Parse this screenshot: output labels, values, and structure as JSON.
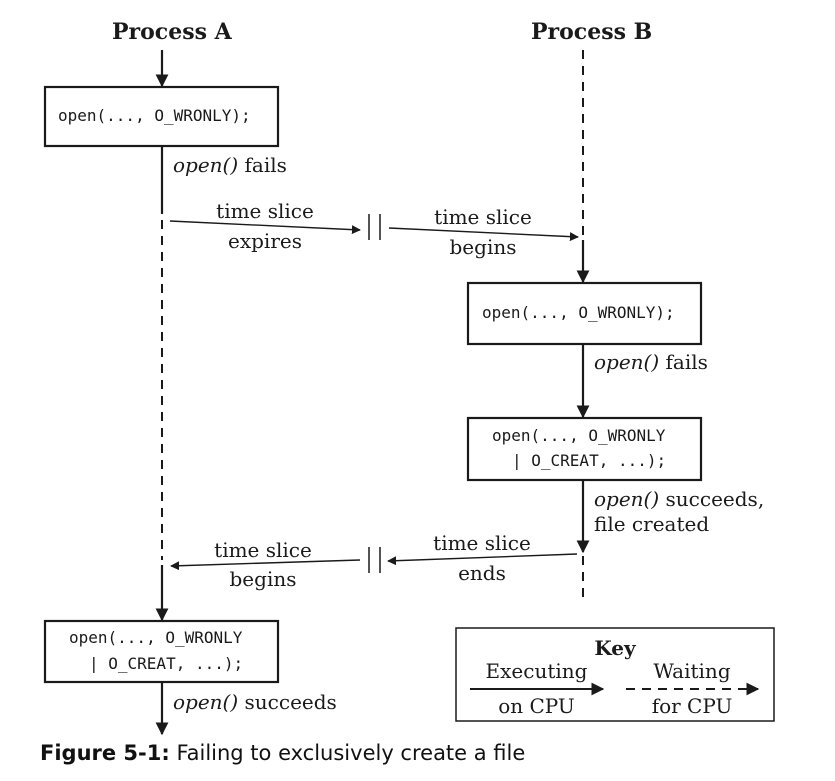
{
  "headers": {
    "process_a": "Process A",
    "process_b": "Process B"
  },
  "boxes": {
    "a_open_1": "open(..., O_WRONLY);",
    "b_open_1": "open(..., O_WRONLY);",
    "b_open_2_line1": "open(..., O_WRONLY",
    "b_open_2_line2": "| O_CREAT, ...);",
    "a_open_2_line1": "open(..., O_WRONLY",
    "a_open_2_line2": "| O_CREAT, ...);"
  },
  "labels": {
    "open_fn": "open()",
    "fails": "fails",
    "succeeds": "succeeds",
    "succeeds_comma": "succeeds,",
    "file_created": "file created",
    "time_slice": "time slice",
    "expires": "expires",
    "begins": "begins",
    "ends": "ends"
  },
  "key": {
    "title": "Key",
    "executing_line1": "Executing",
    "executing_line2": "on CPU",
    "waiting_line1": "Waiting",
    "waiting_line2": "for CPU"
  },
  "caption": {
    "label": "Figure 5-1:",
    "text": "Failing to exclusively create a file"
  }
}
